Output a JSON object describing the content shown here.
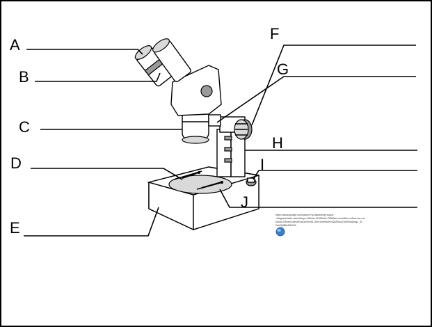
{
  "labels": [
    "A",
    "B",
    "C",
    "D",
    "E",
    "F",
    "G",
    "H",
    "I",
    "J"
  ],
  "source_text": [
    "https://www.google.com/search?q=dissecting+scope",
    "+diagram&safe=strict&espv=2&biw=1192&bih=765&tbm=isch&tbo=u&source=un",
    "iv&sa=X&ved=0ahUKEwj1m2nNh-DAh-Wn90x4KHQdADIsQ7AkIKw&img=_3l",
    "0zIa3jXBkMM%3A"
  ],
  "colors": {
    "ink": "#000000",
    "paper": "#ffffff",
    "globe": "#3a7fc8"
  },
  "icons": [
    "globe-icon"
  ]
}
